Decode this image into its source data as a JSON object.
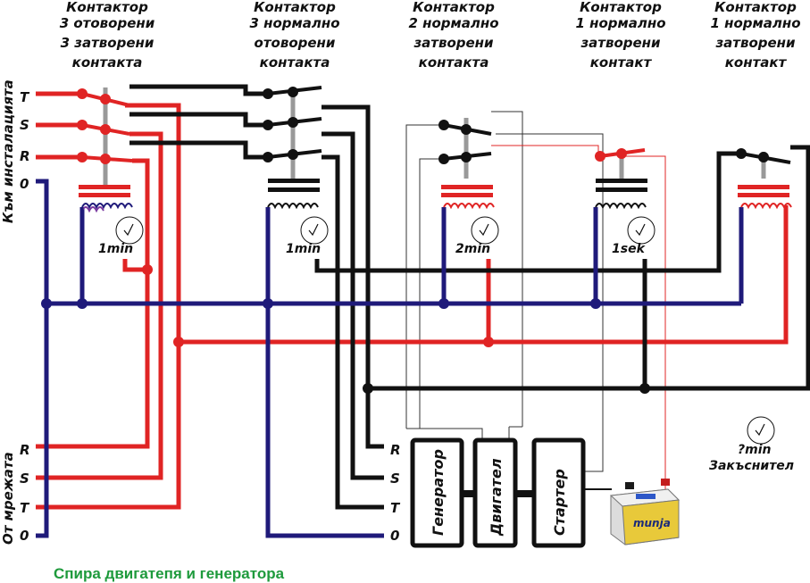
{
  "colors": {
    "phase": "#e02424",
    "neutral": "#1f1a7a",
    "control": "#111111",
    "caption": "#1e9a3c"
  },
  "headers": [
    {
      "lines": [
        "Контактор",
        "3 отоворени",
        "3 затворени",
        "контакта"
      ]
    },
    {
      "lines": [
        "Контактор",
        "3 нормално",
        "отоворени",
        "контакта"
      ]
    },
    {
      "lines": [
        "Контактор",
        "2 нормално",
        "затворени",
        "контакта"
      ]
    },
    {
      "lines": [
        "Контактор",
        "1 нормално",
        "затворени",
        "контакт"
      ]
    },
    {
      "lines": [
        "Контактор",
        "1 нормално",
        "затворени",
        "контакт"
      ]
    }
  ],
  "left_label_top": "Към инсталацията",
  "left_label_bottom": "От мрежата",
  "phase_labels_top": [
    "T",
    "S",
    "R",
    "0"
  ],
  "phase_labels_bottom": [
    "R",
    "S",
    "T",
    "0"
  ],
  "phase_labels_mid": [
    "R",
    "S",
    "T",
    "0"
  ],
  "timers": [
    "1min",
    "1min",
    "2min",
    "1sek"
  ],
  "delay_timer": {
    "label": "?min",
    "name": "Закъснител"
  },
  "boxes": [
    "Генератор",
    "Двигател",
    "Стартер"
  ],
  "battery_brand": "munja",
  "caption": "Спира двигатепя и генератора"
}
